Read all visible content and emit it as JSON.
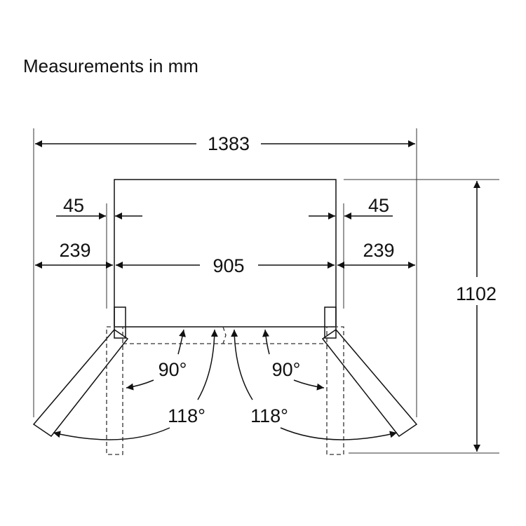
{
  "title": "Measurements in mm",
  "dimensions": {
    "total_width": "1383",
    "body_width": "905",
    "left_side": "239",
    "right_side": "239",
    "left_offset": "45",
    "right_offset": "45",
    "depth": "1102"
  },
  "angles": {
    "left_90": "90°",
    "right_90": "90°",
    "left_118": "118°",
    "right_118": "118°"
  }
}
